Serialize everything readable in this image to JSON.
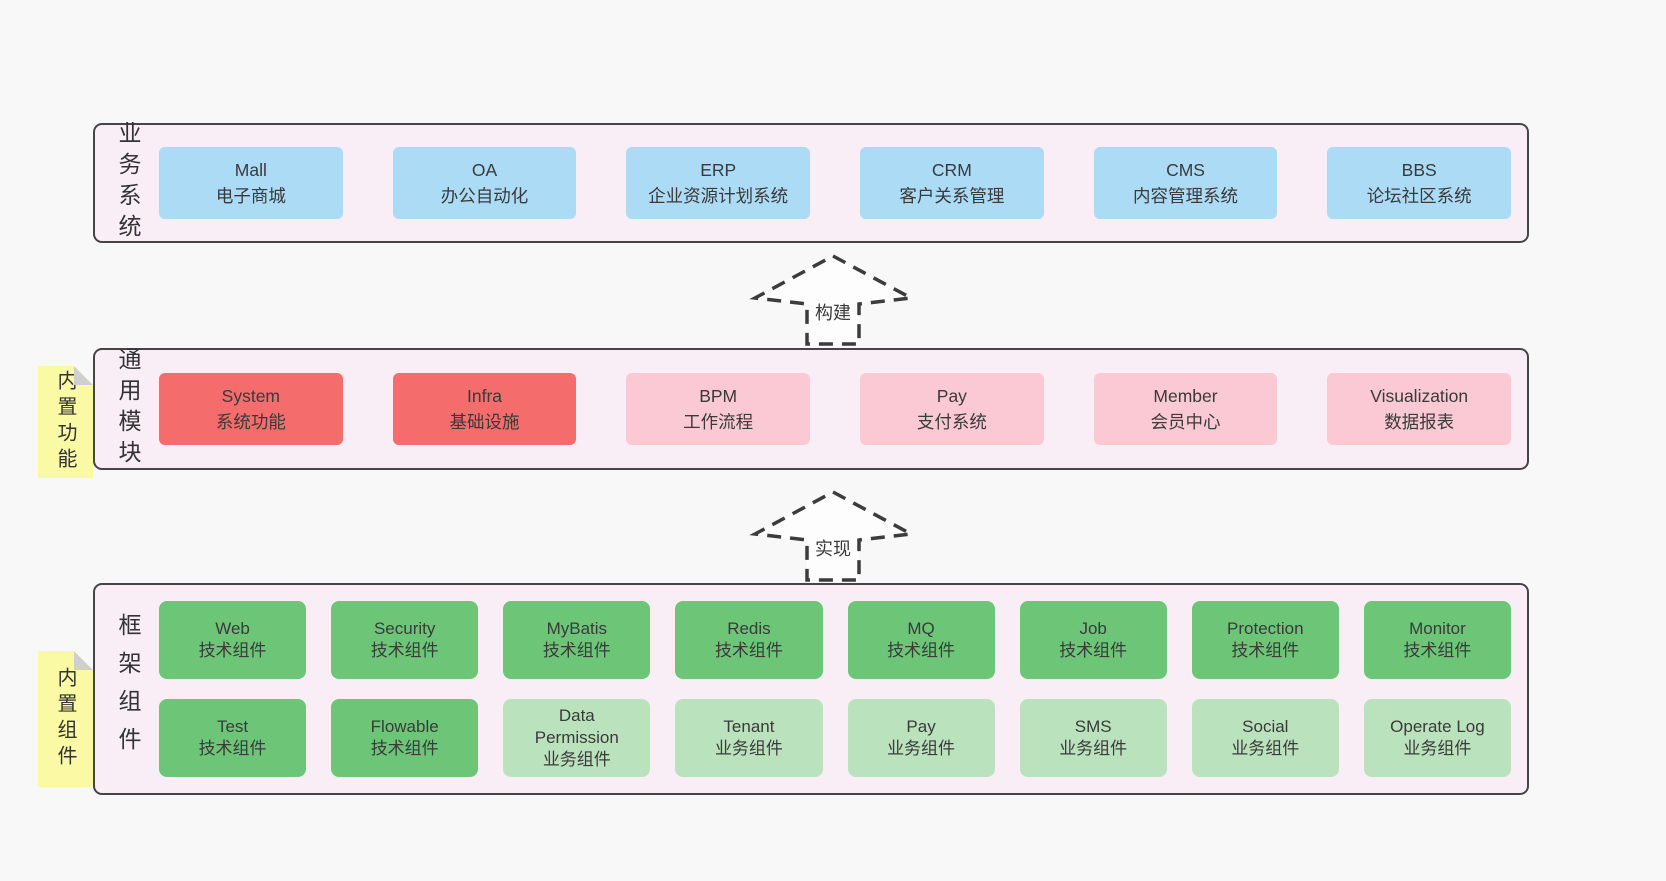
{
  "colors": {
    "page-bg": "#f8f8f8",
    "panel-bg": "#f9edf6",
    "panel-border": "#454545",
    "box-blue": "#abdbf5",
    "box-red": "#f56c6c",
    "box-pink": "#fbc9d3",
    "box-green-dark": "#6dc678",
    "box-green-light": "#bae3bd",
    "sticky-yellow": "#fafaa5",
    "sticky-fold": "#cfcfcf",
    "arrow-fill": "#fdfdfd",
    "arrow-stroke": "#3c3c3c",
    "text-dark": "#3a3a3a"
  },
  "business": {
    "label": "业务系统",
    "boxes": [
      {
        "name": "Mall",
        "desc": "电子商城",
        "variant": "blue"
      },
      {
        "name": "OA",
        "desc": "办公自动化",
        "variant": "blue"
      },
      {
        "name": "ERP",
        "desc": "企业资源计划系统",
        "variant": "blue"
      },
      {
        "name": "CRM",
        "desc": "客户关系管理",
        "variant": "blue"
      },
      {
        "name": "CMS",
        "desc": "内容管理系统",
        "variant": "blue"
      },
      {
        "name": "BBS",
        "desc": "论坛社区系统",
        "variant": "blue"
      }
    ]
  },
  "arrows": {
    "build": "构建",
    "implement": "实现"
  },
  "modules": {
    "label": "通用模块",
    "sticky": "内置功能",
    "boxes": [
      {
        "name": "System",
        "desc": "系统功能",
        "variant": "red"
      },
      {
        "name": "Infra",
        "desc": "基础设施",
        "variant": "red"
      },
      {
        "name": "BPM",
        "desc": "工作流程",
        "variant": "pink"
      },
      {
        "name": "Pay",
        "desc": "支付系统",
        "variant": "pink"
      },
      {
        "name": "Member",
        "desc": "会员中心",
        "variant": "pink"
      },
      {
        "name": "Visualization",
        "desc": "数据报表",
        "variant": "pink"
      }
    ]
  },
  "components": {
    "label": "框架组件",
    "sticky": "内置组件",
    "row1": [
      {
        "name": "Web",
        "desc": "技术组件",
        "variant": "green-dark"
      },
      {
        "name": "Security",
        "desc": "技术组件",
        "variant": "green-dark"
      },
      {
        "name": "MyBatis",
        "desc": "技术组件",
        "variant": "green-dark"
      },
      {
        "name": "Redis",
        "desc": "技术组件",
        "variant": "green-dark"
      },
      {
        "name": "MQ",
        "desc": "技术组件",
        "variant": "green-dark"
      },
      {
        "name": "Job",
        "desc": "技术组件",
        "variant": "green-dark"
      },
      {
        "name": "Protection",
        "desc": "技术组件",
        "variant": "green-dark"
      },
      {
        "name": "Monitor",
        "desc": "技术组件",
        "variant": "green-dark"
      }
    ],
    "row2": [
      {
        "name": "Test",
        "desc": "技术组件",
        "variant": "green-dark"
      },
      {
        "name": "Flowable",
        "desc": "技术组件",
        "variant": "green-dark"
      },
      {
        "name": "Data Permission",
        "desc": "业务组件",
        "variant": "green-light"
      },
      {
        "name": "Tenant",
        "desc": "业务组件",
        "variant": "green-light"
      },
      {
        "name": "Pay",
        "desc": "业务组件",
        "variant": "green-light"
      },
      {
        "name": "SMS",
        "desc": "业务组件",
        "variant": "green-light"
      },
      {
        "name": "Social",
        "desc": "业务组件",
        "variant": "green-light"
      },
      {
        "name": "Operate Log",
        "desc": "业务组件",
        "variant": "green-light"
      }
    ]
  }
}
